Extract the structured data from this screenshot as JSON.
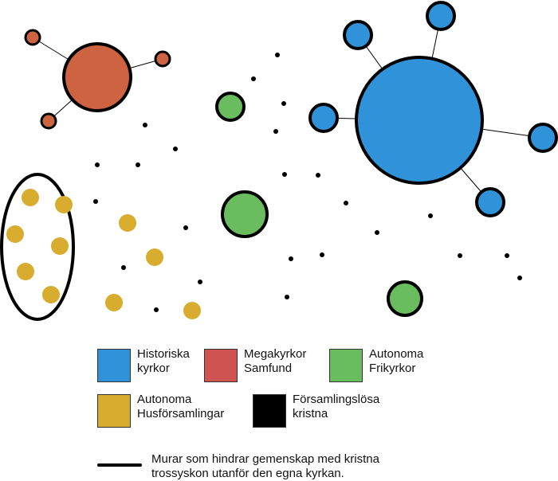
{
  "colors": {
    "historiska": "#3093da",
    "megakyrkor": "#cd6340",
    "megakyrkor_legend": "#cf5350",
    "frikyrkor": "#6abd5f",
    "husforsamlingar": "#d8ac2e",
    "forsamlingslosa": "#000000"
  },
  "legend": {
    "items": [
      {
        "key": "historiska",
        "label": "Historiska\nkyrkor"
      },
      {
        "key": "megakyrkor_legend",
        "label": "Megakyrkor\nSamfund"
      },
      {
        "key": "frikyrkor",
        "label": "Autonoma\nFrikyrkor"
      },
      {
        "key": "husforsamlingar",
        "label": "Autonoma\nHusförsamlingar"
      },
      {
        "key": "forsamlingslosa",
        "label": "Församlingslösa\nkristna"
      }
    ],
    "wall_label": "Murar som hindrar gemenskap med kristna\ntrossyskon utanför den egna kyrkan."
  }
}
